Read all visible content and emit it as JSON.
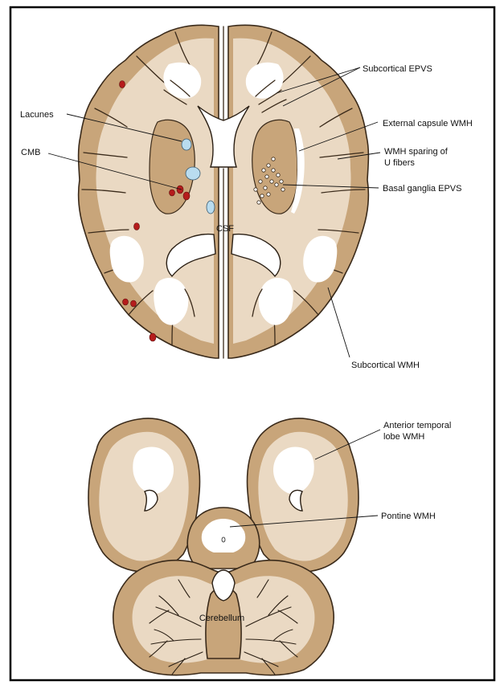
{
  "labels": {
    "subcortical_epvs": "Subcortical EPVS",
    "lacunes": "Lacunes",
    "external_capsule_wmh": "External capsule WMH",
    "cmb": "CMB",
    "wmh_sparing_line1": "WMH sparing of",
    "wmh_sparing_line2": "U fibers",
    "basal_ganglia_epvs": "Basal ganglia EPVS",
    "csf": "CSF",
    "subcortical_wmh": "Subcortical WMH",
    "anterior_temporal_line1": "Anterior temporal",
    "anterior_temporal_line2": "lobe WMH",
    "pontine_wmh": "Pontine WMH",
    "cerebellum": "Cerebellum"
  },
  "colors": {
    "cortex": "#c8a57a",
    "white_matter": "#ead9c3",
    "wmh": "#ffffff",
    "cmb": "#b51c1c",
    "lacune": "#b9dcef",
    "frame": "#000000"
  }
}
